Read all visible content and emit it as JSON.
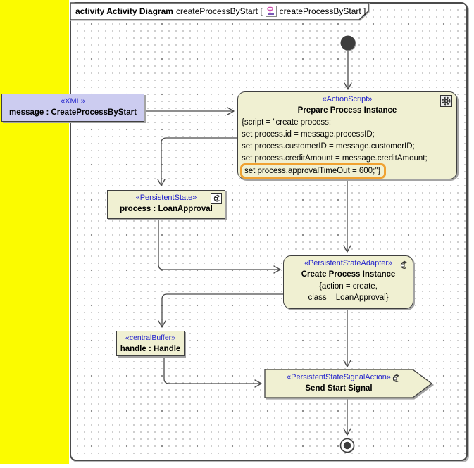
{
  "colors": {
    "outside_area": "#fbfb00",
    "node_fill": "#f0f0d2",
    "xml_fill": "#ccccf0",
    "stereotype_text": "#2222cc",
    "highlight_border": "#f0a232",
    "line": "#4a4a4a"
  },
  "frame": {
    "title_bold": "activity Activity Diagram",
    "title_name_open": "createProcessByStart [",
    "title_name_close": "createProcessByStart ]"
  },
  "nodes": {
    "xml_message": {
      "stereotype": "«XML»",
      "name": "message : CreateProcessByStart"
    },
    "prepare": {
      "stereotype": "«ActionScript»",
      "name": "Prepare Process Instance",
      "script_lines": [
        "{script = \"create process;",
        "set process.id = message.processID;",
        "set process.customerID = message.customerID;",
        "set process.creditAmount = message.creditAmount;"
      ],
      "highlighted_line": "set process.approvalTimeOut = 600;\"}"
    },
    "process_state": {
      "stereotype": "«PersistentState»",
      "name": "process : LoanApproval"
    },
    "create_instance": {
      "stereotype": "«PersistentStateAdapter»",
      "name": "Create Process Instance",
      "properties": [
        "{action = create,",
        "class = LoanApproval}"
      ]
    },
    "handle_buffer": {
      "stereotype": "«centralBuffer»",
      "name": "handle : Handle"
    },
    "send_signal": {
      "stereotype": "«PersistentStateSignalAction»",
      "name": "Send Start Signal"
    }
  }
}
